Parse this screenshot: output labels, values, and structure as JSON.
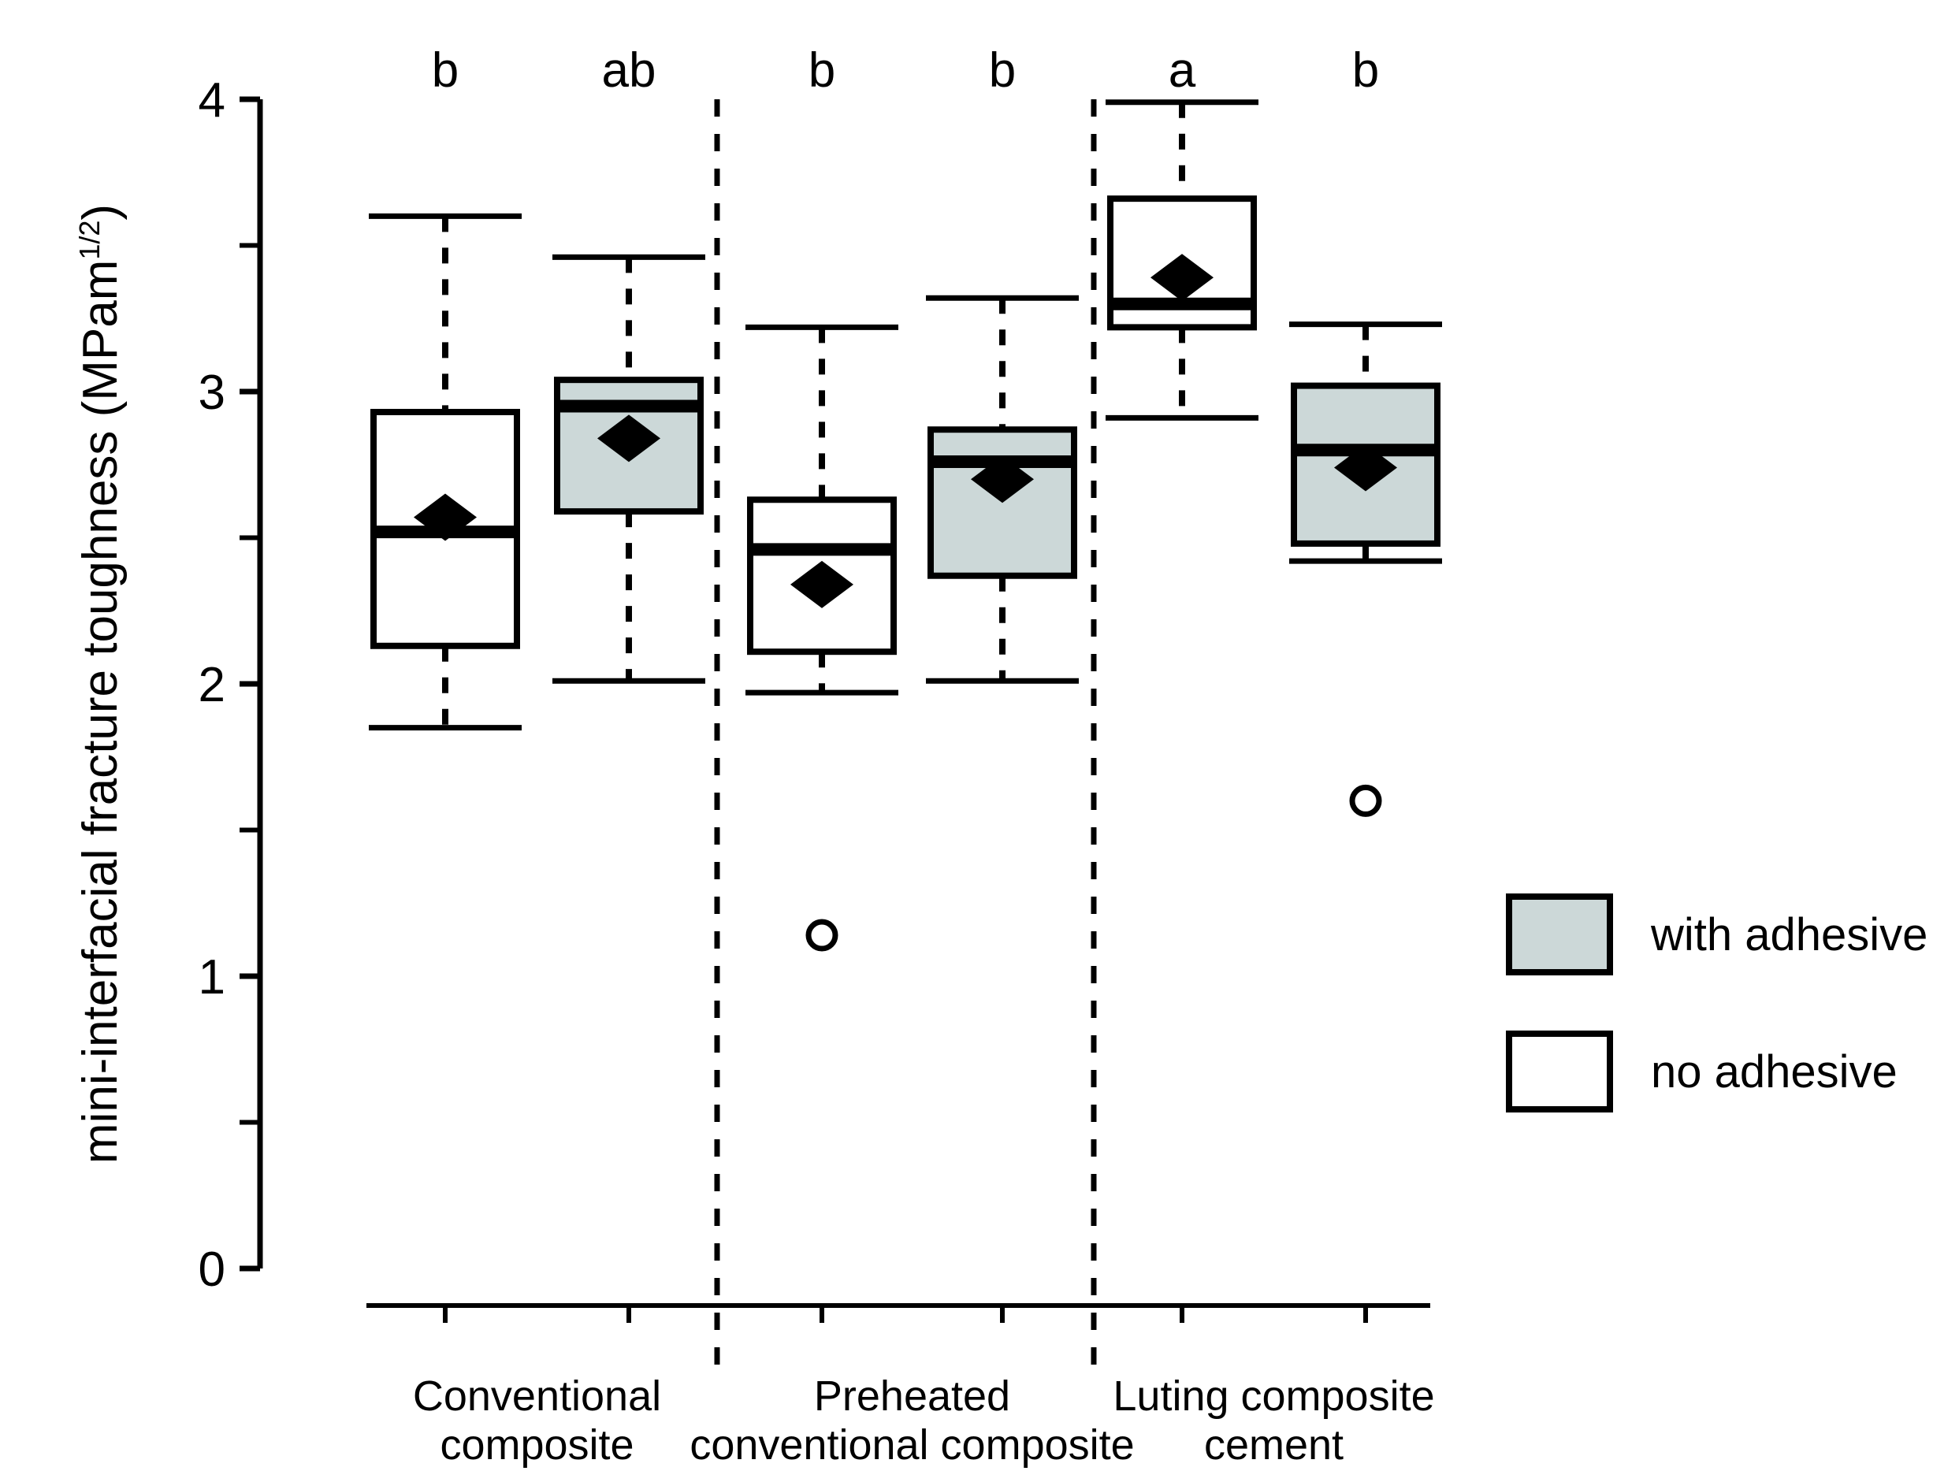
{
  "chart_data": {
    "type": "box",
    "title": "",
    "xlabel": "",
    "ylabel": "mini-interfacial fracture toughness (MPam",
    "ylabel_superscript": "1/2",
    "ylabel_suffix": ")",
    "ylim": [
      0,
      4
    ],
    "yticks": [
      0,
      1,
      2,
      3,
      4
    ],
    "ytick_labels": [
      "0",
      "1",
      "2",
      "3",
      "4"
    ],
    "yminor_ticks": [
      0.5,
      1.5,
      2.5,
      3.5
    ],
    "grid": false,
    "legend_position": "right",
    "groups": [
      {
        "label_line1": "Conventional",
        "label_line2": "composite"
      },
      {
        "label_line1": "Preheated",
        "label_line2": "conventional composite"
      },
      {
        "label_line1": "Luting composite",
        "label_line2": "cement"
      }
    ],
    "legend": [
      {
        "name": "with adhesive",
        "fill": "#ccd8d8",
        "stroke": "#000000"
      },
      {
        "name": "no adhesive",
        "fill": "#ffffff",
        "stroke": "#000000"
      }
    ],
    "significance_letters": [
      "b",
      "ab",
      "b",
      "b",
      "a",
      "b"
    ],
    "boxes": [
      {
        "group": "Conventional composite",
        "series": "no adhesive",
        "fill": "#ffffff",
        "sig": "b",
        "whisker_high": 3.6,
        "q3": 2.93,
        "median": 2.52,
        "mean": 2.57,
        "q1": 2.13,
        "whisker_low": 1.85,
        "outliers": []
      },
      {
        "group": "Conventional composite",
        "series": "with adhesive",
        "fill": "#ccd8d8",
        "sig": "ab",
        "whisker_high": 3.46,
        "q3": 3.04,
        "median": 2.95,
        "mean": 2.84,
        "q1": 2.59,
        "whisker_low": 2.01,
        "outliers": []
      },
      {
        "group": "Preheated conventional composite",
        "series": "no adhesive",
        "fill": "#ffffff",
        "sig": "b",
        "whisker_high": 3.22,
        "q3": 2.63,
        "median": 2.46,
        "mean": 2.34,
        "q1": 2.11,
        "whisker_low": 1.97,
        "outliers": [
          1.14
        ]
      },
      {
        "group": "Preheated conventional composite",
        "series": "with adhesive",
        "fill": "#ccd8d8",
        "sig": "b",
        "whisker_high": 3.32,
        "q3": 2.87,
        "median": 2.76,
        "mean": 2.7,
        "q1": 2.37,
        "whisker_low": 2.01,
        "outliers": []
      },
      {
        "group": "Luting composite cement",
        "series": "no adhesive",
        "fill": "#ffffff",
        "sig": "a",
        "whisker_high": 3.99,
        "q3": 3.66,
        "median": 3.3,
        "mean": 3.39,
        "q1": 3.22,
        "whisker_low": 2.91,
        "outliers": []
      },
      {
        "group": "Luting composite cement",
        "series": "with adhesive",
        "fill": "#ccd8d8",
        "sig": "b",
        "whisker_high": 3.23,
        "q3": 3.02,
        "median": 2.8,
        "mean": 2.74,
        "q1": 2.48,
        "whisker_low": 2.42,
        "outliers": [
          1.6
        ]
      }
    ]
  }
}
